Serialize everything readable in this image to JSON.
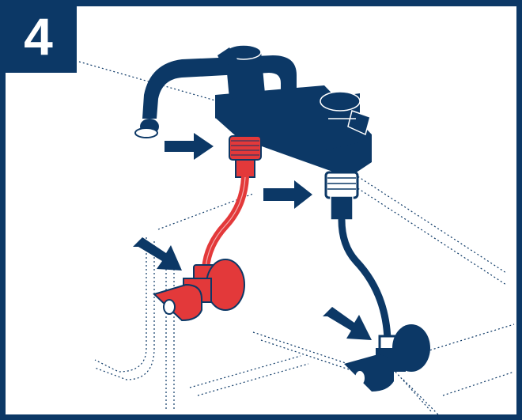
{
  "step": {
    "number": "4"
  },
  "colors": {
    "navy": "#0c3866",
    "hot_line": "#e3393a",
    "outline_dots": "#0c3866",
    "background": "#ffffff"
  },
  "icons": {
    "faucet": "faucet-icon",
    "hot_supply_line": "hot-supply-line",
    "cold_supply_line": "cold-supply-line",
    "arrows": "arrow-right-icon"
  }
}
